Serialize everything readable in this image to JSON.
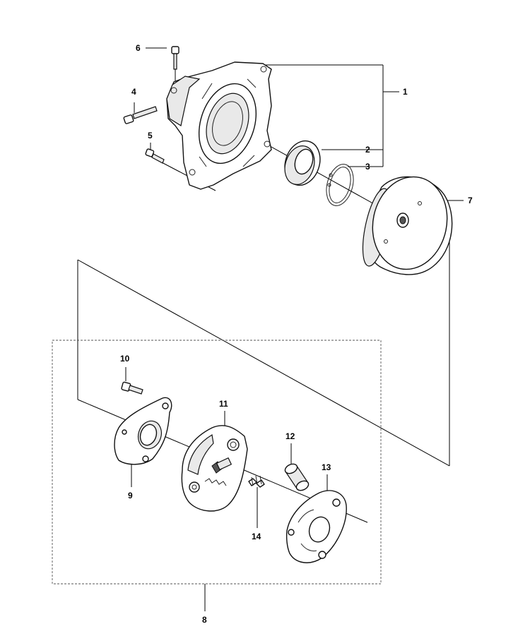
{
  "callouts": [
    {
      "id": "1",
      "label": "1"
    },
    {
      "id": "2",
      "label": "2"
    },
    {
      "id": "3",
      "label": "3"
    },
    {
      "id": "4",
      "label": "4"
    },
    {
      "id": "5",
      "label": "5"
    },
    {
      "id": "6",
      "label": "6"
    },
    {
      "id": "7",
      "label": "7"
    },
    {
      "id": "8",
      "label": "8"
    },
    {
      "id": "9",
      "label": "9"
    },
    {
      "id": "10",
      "label": "10"
    },
    {
      "id": "11",
      "label": "11"
    },
    {
      "id": "12",
      "label": "12"
    },
    {
      "id": "13",
      "label": "13"
    },
    {
      "id": "14",
      "label": "14"
    }
  ],
  "colors": {
    "line": "#000000",
    "background": "#ffffff",
    "shade": "#e9e9e9"
  }
}
